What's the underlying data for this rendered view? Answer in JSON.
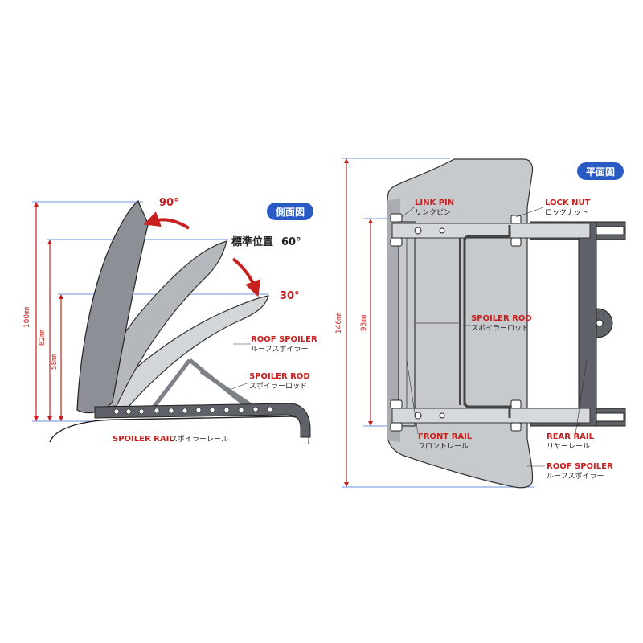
{
  "side_view": {
    "badge": "側面図",
    "angle_90": "90°",
    "standard": "標準位置",
    "angle_60": "60°",
    "angle_30": "30°",
    "dim_100": "100㎜",
    "dim_82": "82㎜",
    "dim_58": "58㎜",
    "roof_spoiler_en": "ROOF SPOILER",
    "roof_spoiler_jp": "ルーフスポイラー",
    "spoiler_rod_en": "SPOILER ROD",
    "spoiler_rod_jp": "スポイラーロッド",
    "spoiler_rail_en": "SPOILER RAIL",
    "spoiler_rail_jp": "スポイラーレール"
  },
  "top_view": {
    "badge": "平面図",
    "link_pin_en": "LINK PIN",
    "link_pin_jp": "リンクピン",
    "lock_nut_en": "LOCK NUT",
    "lock_nut_jp": "ロックナット",
    "spoiler_rod_en": "SPOILER ROD",
    "spoiler_rod_jp": "スポイラーロッド",
    "front_rail_en": "FRONT RAIL",
    "front_rail_jp": "フロントレール",
    "rear_rail_en": "REAR RAIL",
    "rear_rail_jp": "リヤーレール",
    "roof_spoiler_en": "ROOF SPOILER",
    "roof_spoiler_jp": "ルーフスポイラー",
    "dim_146": "146㎜",
    "dim_93": "93㎜"
  },
  "colors": {
    "dim_line": "#c8201e",
    "ref_line": "#3a6fd8",
    "badge": "#2a5bc4",
    "spoiler_dark": "#8c9096",
    "spoiler_light": "#c7cacd",
    "rail": "#5e6167"
  }
}
